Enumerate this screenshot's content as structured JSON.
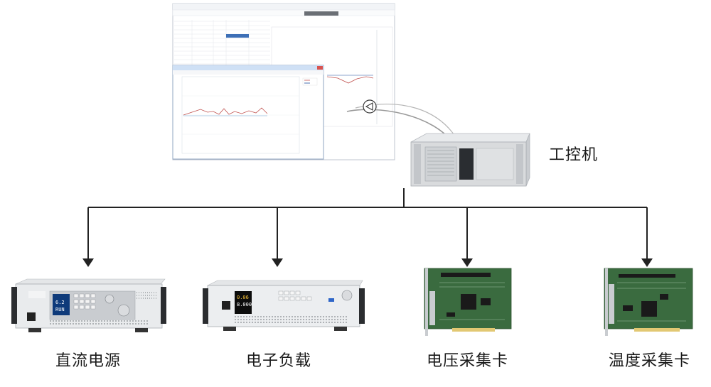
{
  "labels": {
    "ipc": "工控机",
    "dc_supply": "直流电源",
    "e_load": "电子负载",
    "voltage_card": "电压采集卡",
    "temp_card": "温度采集卡"
  },
  "colors": {
    "line": "#222222",
    "card_green": "#3a6b3f",
    "chassis": "#d9dbdd",
    "window_title": "#e9eef6",
    "chart_line_red": "#c0504d",
    "chart_line_blue": "#1f4e9c"
  }
}
